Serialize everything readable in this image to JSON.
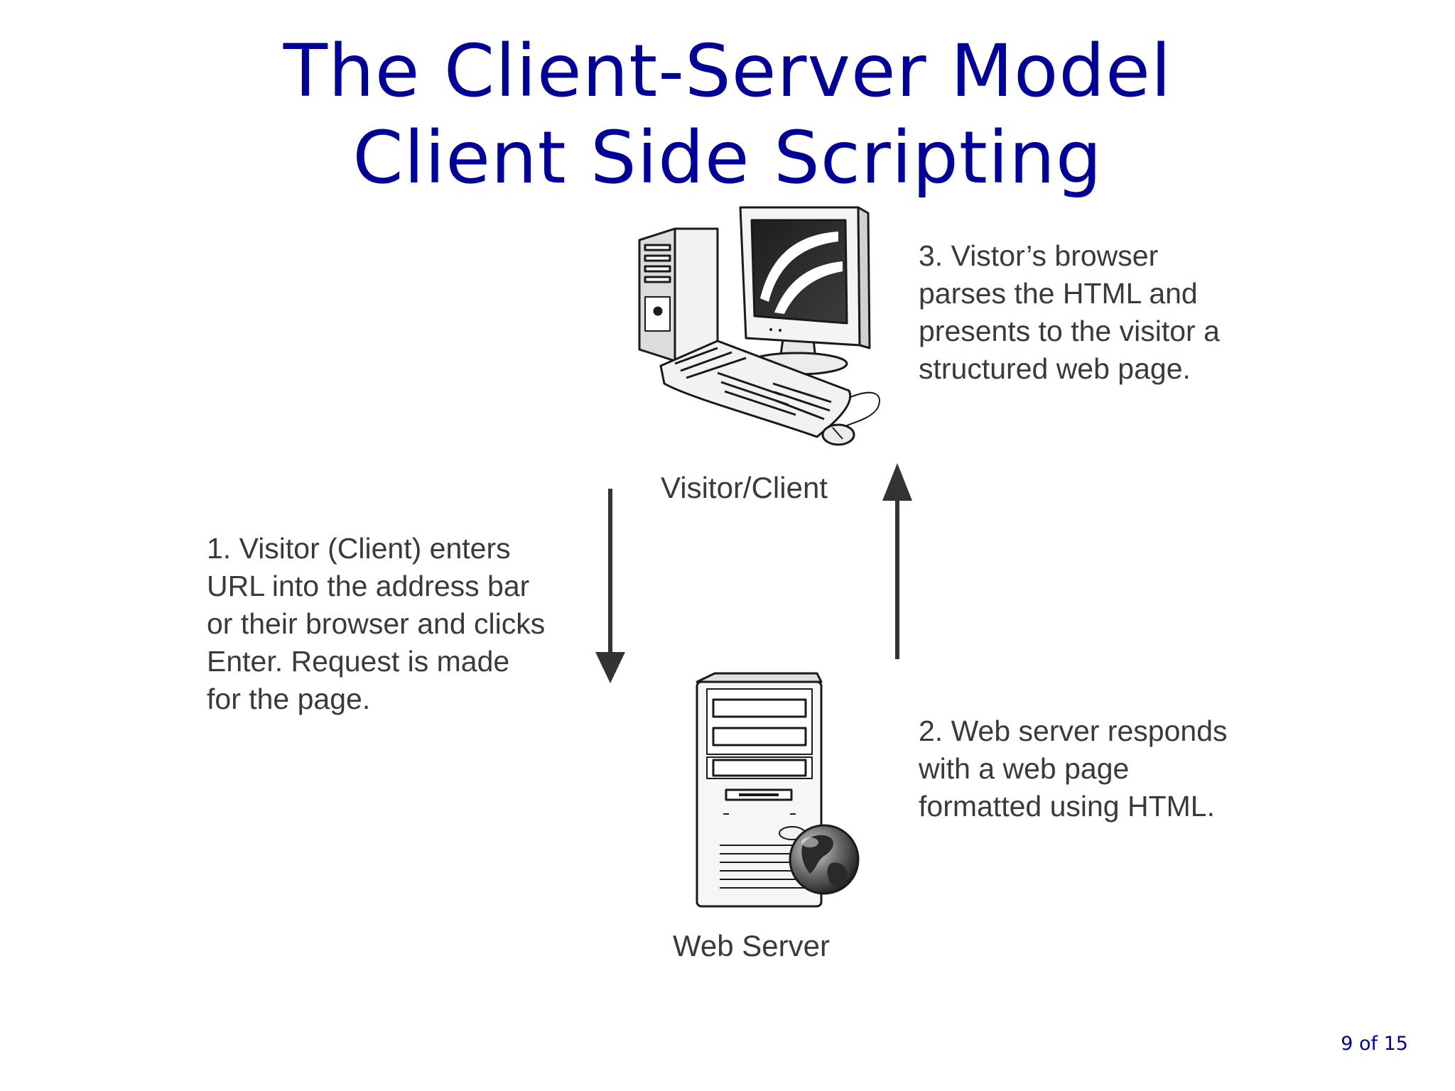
{
  "title": {
    "line1": "The Client-Server Model",
    "line2": "Client Side Scripting"
  },
  "diagram": {
    "client_label": "Visitor/Client",
    "server_label": "Web Server",
    "step1": [
      "1. Visitor (Client) enters",
      "URL into the address bar",
      "or their browser and clicks",
      "Enter. Request is made",
      "for the page."
    ],
    "step2": [
      "2. Web server responds",
      "with a web page",
      "formatted using HTML."
    ],
    "step3": [
      "3. Vistor’s browser",
      "parses the HTML and",
      "presents to the visitor a",
      "structured web page."
    ]
  },
  "footer": {
    "page_number": "9 of 15"
  },
  "colors": {
    "title": "#000099",
    "diagram_text": "#3a3a3a",
    "arrow": "#333333"
  },
  "icons": {
    "client": "desktop-computer-icon",
    "server": "web-server-tower-icon",
    "globe": "globe-icon"
  }
}
